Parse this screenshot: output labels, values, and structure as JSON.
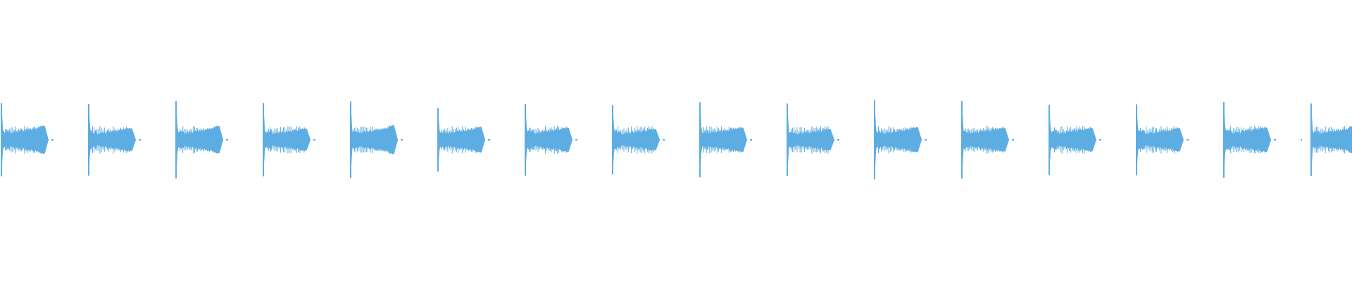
{
  "waveform": {
    "color": "#5DADE2",
    "background": "#FFFFFF",
    "pulse_count": 16,
    "pulses": [
      {
        "spike": 0.9,
        "body": 0.3,
        "tail": 0.35,
        "dot": true
      },
      {
        "spike": 0.88,
        "body": 0.26,
        "tail": 0.28,
        "dot": true
      },
      {
        "spike": 0.95,
        "body": 0.28,
        "tail": 0.34,
        "dot": true
      },
      {
        "spike": 0.9,
        "body": 0.25,
        "tail": 0.27,
        "dot": true
      },
      {
        "spike": 0.94,
        "body": 0.29,
        "tail": 0.36,
        "dot": true
      },
      {
        "spike": 0.78,
        "body": 0.27,
        "tail": 0.32,
        "dot": true
      },
      {
        "spike": 0.88,
        "body": 0.27,
        "tail": 0.3,
        "dot": true
      },
      {
        "spike": 0.85,
        "body": 0.24,
        "tail": 0.26,
        "dot": true
      },
      {
        "spike": 0.92,
        "body": 0.28,
        "tail": 0.3,
        "dot": true
      },
      {
        "spike": 0.89,
        "body": 0.24,
        "tail": 0.26,
        "dot": true
      },
      {
        "spike": 0.97,
        "body": 0.27,
        "tail": 0.31,
        "dot": true
      },
      {
        "spike": 0.95,
        "body": 0.28,
        "tail": 0.29,
        "dot": true
      },
      {
        "spike": 0.86,
        "body": 0.27,
        "tail": 0.29,
        "dot": true
      },
      {
        "spike": 0.87,
        "body": 0.25,
        "tail": 0.29,
        "dot": true
      },
      {
        "spike": 0.93,
        "body": 0.28,
        "tail": 0.3,
        "dot": true
      },
      {
        "spike": 0.89,
        "body": 0.27,
        "tail": 0.34,
        "dot": false
      }
    ]
  }
}
